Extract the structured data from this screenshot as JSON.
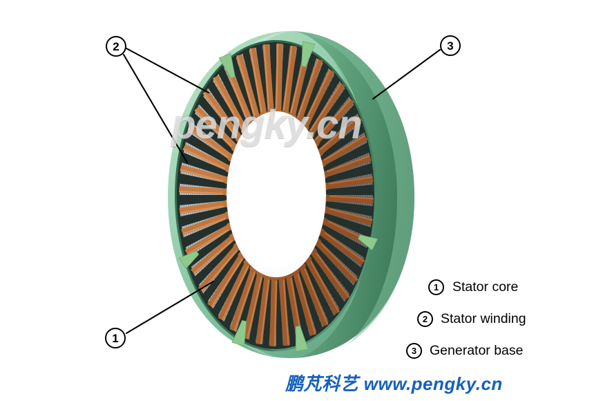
{
  "figure": {
    "subject": "Generator stator assembly cutaway",
    "watermark": "pengky.cn"
  },
  "callouts": [
    {
      "id": "1",
      "number": "1",
      "name": "stator-core"
    },
    {
      "id": "2",
      "number": "2",
      "name": "stator-winding"
    },
    {
      "id": "3",
      "number": "3",
      "name": "generator-base"
    }
  ],
  "legend": {
    "items": [
      {
        "number": "1",
        "label": "Stator core"
      },
      {
        "number": "2",
        "label": "Stator winding"
      },
      {
        "number": "3",
        "label": "Generator base"
      }
    ]
  },
  "footer": {
    "brand_cn": "鹏芃科艺",
    "url": "www.pengky.cn"
  },
  "colors": {
    "base_green_light": "#9ed3b3",
    "base_green_mid": "#6aab86",
    "base_green_dark": "#3f7d5c",
    "base_green_inner_shadow": "#2f6347",
    "wedge_green": "#8ec98e",
    "copper": "#b0622e",
    "copper_light": "#cf8348",
    "copper_dark": "#8a4a20",
    "lamination_gray": "#b9bcc0",
    "lamination_light": "#e8e9eb",
    "callout_stroke": "#000000",
    "footer_blue": "#1560bd",
    "background": "#ffffff"
  }
}
